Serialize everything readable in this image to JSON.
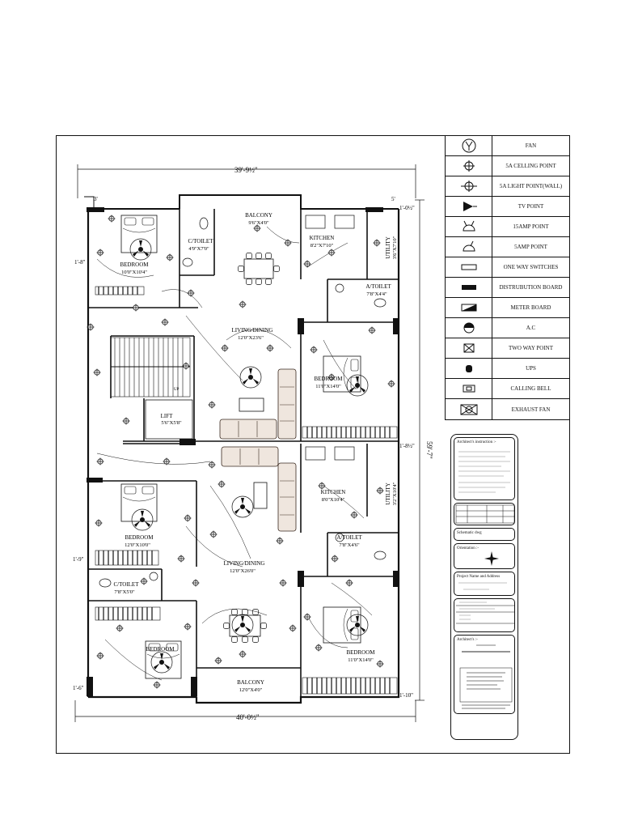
{
  "plan": {
    "dims": {
      "top_width": "39'-9½\"",
      "bottom_width": "40'-0½\"",
      "right_height": "59'-7\"",
      "top_left_small": "3'",
      "top_right_small": "5'",
      "top_right_offset": "1'-0½\"",
      "left_mid": "1'-8\"",
      "left_lower": "1'-9\"",
      "left_bottom": "1'-6\"",
      "right_mid": "1'-8½\"",
      "right_bottom": "1'-10\""
    },
    "rooms": [
      {
        "name": "BEDROOM",
        "size": "10'0\"X10'4\""
      },
      {
        "name": "C/TOILET",
        "size": "4'9\"X7'0\""
      },
      {
        "name": "BALCONY",
        "size": "9'6\"X4'0\""
      },
      {
        "name": "KITCHEN",
        "size": "8'2\"X7'10\""
      },
      {
        "name": "UTILITY",
        "size": "3'6\"X7'10\""
      },
      {
        "name": "A/TOILET",
        "size": "7'8\"X4'4\""
      },
      {
        "name": "LIVING/DINING",
        "size": "12'0\"X23'6\""
      },
      {
        "name": "BEDROOM",
        "size": "11'0\"X14'0\""
      },
      {
        "name": "LIFT",
        "size": "5'6\"X5'8\""
      },
      {
        "name": "KITCHEN",
        "size": "8'0\"X10'4\""
      },
      {
        "name": "UTILITY",
        "size": "3'2\"X10'4\""
      },
      {
        "name": "BEDROOM",
        "size": "12'0\"X10'0\""
      },
      {
        "name": "A/TOILET",
        "size": "7'8\"X4'6\""
      },
      {
        "name": "LIVING/DINING",
        "size": "12'0\"X26'0\""
      },
      {
        "name": "C/TOILET",
        "size": "7'8\"X5'0\""
      },
      {
        "name": "BEDROOM",
        "size": ""
      },
      {
        "name": "BEDROOM",
        "size": "11'0\"X14'0\""
      },
      {
        "name": "BALCONY",
        "size": "12'0\"X4'0\""
      }
    ],
    "stair_note": "UP"
  },
  "legend": [
    {
      "icon": "fan-icon",
      "label": "FAN"
    },
    {
      "icon": "ceiling-point-icon",
      "label": "5A CELLING POINT"
    },
    {
      "icon": "wall-light-point-icon",
      "label": "5A LIGHT POINT(WALL)"
    },
    {
      "icon": "tv-point-icon",
      "label": "TV POINT"
    },
    {
      "icon": "15amp-point-icon",
      "label": "15AMP POINT"
    },
    {
      "icon": "5amp-point-icon",
      "label": "5AMP POINT"
    },
    {
      "icon": "one-way-switch-icon",
      "label": "ONE WAY SWITCHES"
    },
    {
      "icon": "distribution-board-icon",
      "label": "DISTRUBUTION BOARD"
    },
    {
      "icon": "meter-board-icon",
      "label": "METER BOARD"
    },
    {
      "icon": "ac-icon",
      "label": "A.C"
    },
    {
      "icon": "two-way-point-icon",
      "label": "TWO WAY POINT"
    },
    {
      "icon": "ups-icon",
      "label": "UPS"
    },
    {
      "icon": "calling-bell-icon",
      "label": "CALLING BELL"
    },
    {
      "icon": "exhaust-fan-icon",
      "label": "EXHAUST FAN"
    }
  ],
  "title_block": {
    "instructions_heading": "Architect's instruction :-",
    "schematic": "Schematic dwg",
    "orientation": "Orientation :-",
    "project": "Project Name and Address",
    "architects": "Architect's :-"
  }
}
